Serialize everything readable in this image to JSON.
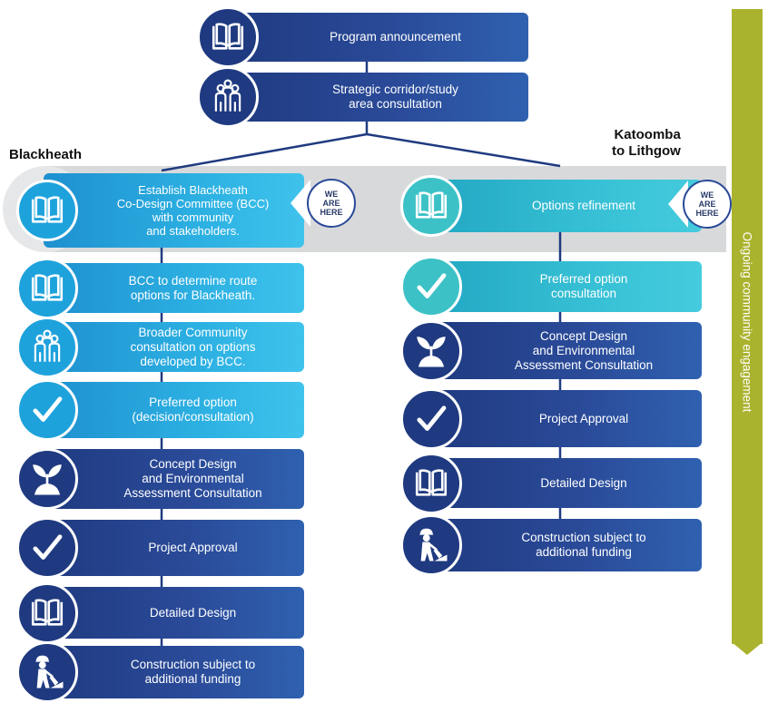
{
  "top_steps": [
    {
      "label": "Program announcement",
      "icon": "book-icon"
    },
    {
      "label": "Strategic corridor/study\narea consultation",
      "icon": "people-icon"
    }
  ],
  "branches": {
    "left": {
      "title": "Blackheath"
    },
    "right": {
      "title": "Katoomba\nto Lithgow"
    }
  },
  "current_stage": {
    "left": {
      "label": "Establish Blackheath\nCo-Design Committee (BCC)\nwith community\nand stakeholders.",
      "icon": "book-icon",
      "marker": "WE\nARE\nHERE"
    },
    "right": {
      "label": "Options refinement",
      "icon": "book-icon",
      "marker": "WE\nARE\nHERE"
    }
  },
  "left_steps": [
    {
      "label": "BCC to determine route\noptions for Blackheath.",
      "icon": "book-icon"
    },
    {
      "label": "Broader Community\nconsultation on options\ndeveloped by BCC.",
      "icon": "people-icon"
    },
    {
      "label": "Preferred option\n(decision/consultation)",
      "icon": "checkmark-icon"
    },
    {
      "label": "Concept Design\nand Environmental\nAssessment Consultation",
      "icon": "sprout-icon"
    },
    {
      "label": "Project Approval",
      "icon": "checkmark-icon"
    },
    {
      "label": "Detailed Design",
      "icon": "book-icon"
    },
    {
      "label": "Construction subject to\nadditional funding",
      "icon": "worker-icon"
    }
  ],
  "right_steps": [
    {
      "label": "Preferred option\nconsultation",
      "icon": "checkmark-icon"
    },
    {
      "label": "Concept Design\nand Environmental\nAssessment Consultation",
      "icon": "sprout-icon"
    },
    {
      "label": "Project Approval",
      "icon": "checkmark-icon"
    },
    {
      "label": "Detailed Design",
      "icon": "book-icon"
    },
    {
      "label": "Construction subject to\nadditional funding",
      "icon": "worker-icon"
    }
  ],
  "sidebar": {
    "label": "Ongoing community engagement"
  },
  "colors": {
    "dark_blue": "#1f3a80",
    "light_blue": "#1ea2dc",
    "teal": "#3cc2c6",
    "band_grey": "#d8d9db",
    "sidebar_olive": "#aab32d",
    "connector": "#1f3a80"
  }
}
